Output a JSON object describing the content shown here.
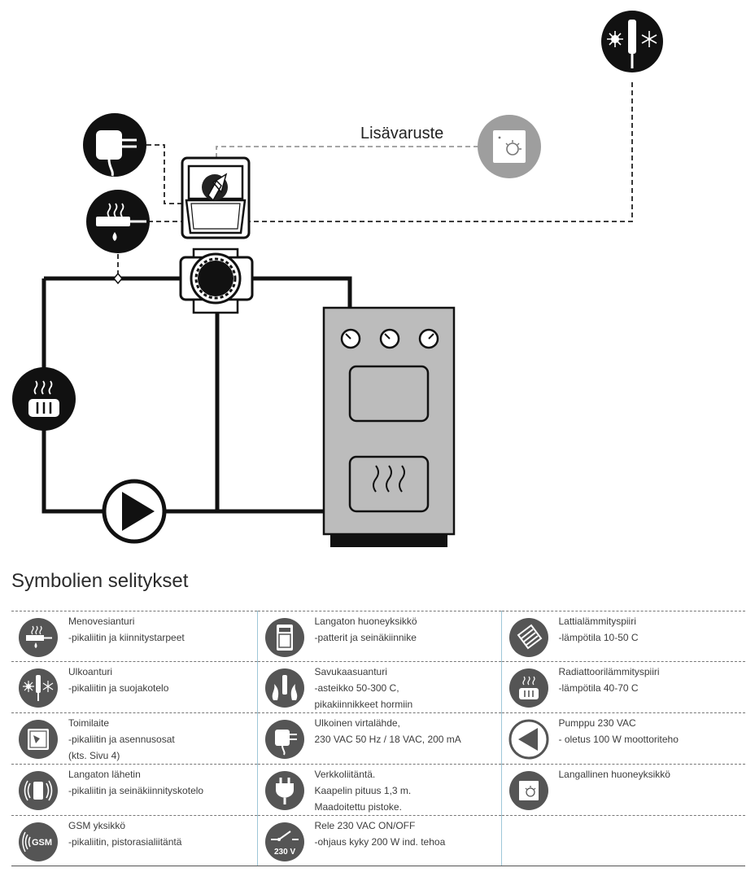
{
  "diagram": {
    "accessory_label": "Lisävaruste",
    "outdoor_sensor_icon": "sun-snowflake-thermometer-icon",
    "power_supply_icon": "power-adapter-icon",
    "flow_sensor_icon": "flow-sensor-icon",
    "radiator_icon": "radiator-icon",
    "pump_icon": "pump-icon",
    "room_unit_icon": "wired-room-unit-icon",
    "actuator_icon": "actuator-icon",
    "valve_icon": "mixing-valve-icon",
    "boiler_icon": "boiler-icon"
  },
  "legend": {
    "title": "Symbolien selitykset",
    "rows": [
      [
        {
          "icon": "flow-sensor-icon",
          "lines": [
            "Menovesianturi",
            "-pikaliitin ja kiinnitystarpeet"
          ]
        },
        {
          "icon": "wireless-room-unit-icon",
          "lines": [
            "Langaton huoneyksikkö",
            "-patterit ja seinäkiinnike"
          ]
        },
        {
          "icon": "floor-heating-icon",
          "lines": [
            "Lattialämmityspiiri",
            "-lämpötila 10-50 C"
          ]
        }
      ],
      [
        {
          "icon": "outdoor-sensor-icon",
          "lines": [
            "Ulkoanturi",
            "-pikaliitin ja suojakotelo"
          ]
        },
        {
          "icon": "flue-gas-sensor-icon",
          "lines": [
            "Savukaasuanturi",
            "-asteikko 50-300 C,",
            "pikakiinnikkeet hormiin"
          ]
        },
        {
          "icon": "radiator-circuit-icon",
          "lines": [
            "Radiattoorilämmityspiiri",
            "-lämpötila 40-70 C"
          ]
        }
      ],
      [
        {
          "icon": "actuator-icon",
          "lines": [
            "Toimilaite",
            "-pikaliitin ja asennusosat",
            "(kts. Sivu 4)"
          ]
        },
        {
          "icon": "power-supply-icon",
          "lines": [
            "Ulkoinen virtalähde,",
            "230 VAC 50 Hz / 18 VAC, 200 mA"
          ]
        },
        {
          "icon": "pump-icon",
          "lines": [
            "Pumppu 230 VAC",
            "- oletus 100 W moottoriteho"
          ]
        }
      ],
      [
        {
          "icon": "wireless-transmitter-icon",
          "lines": [
            "Langaton lähetin",
            "-pikaliitin ja seinäkiinnityskotelo"
          ]
        },
        {
          "icon": "mains-plug-icon",
          "lines": [
            "Verkkoliitäntä.",
            "Kaapelin pituus 1,3 m.",
            "Maadoitettu pistoke."
          ]
        },
        {
          "icon": "wired-room-unit-icon",
          "lines": [
            "Langallinen huoneyksikkö"
          ]
        }
      ],
      [
        {
          "icon": "gsm-unit-icon",
          "lines": [
            "GSM yksikkö",
            "-pikaliitin, pistorasialiitäntä"
          ]
        },
        {
          "icon": "relay-icon",
          "badge": "230 V",
          "lines": [
            "Rele 230 VAC ON/OFF",
            "-ohjaus kyky 200 W ind. tehoa"
          ]
        },
        {
          "icon": "",
          "lines": []
        }
      ]
    ]
  }
}
